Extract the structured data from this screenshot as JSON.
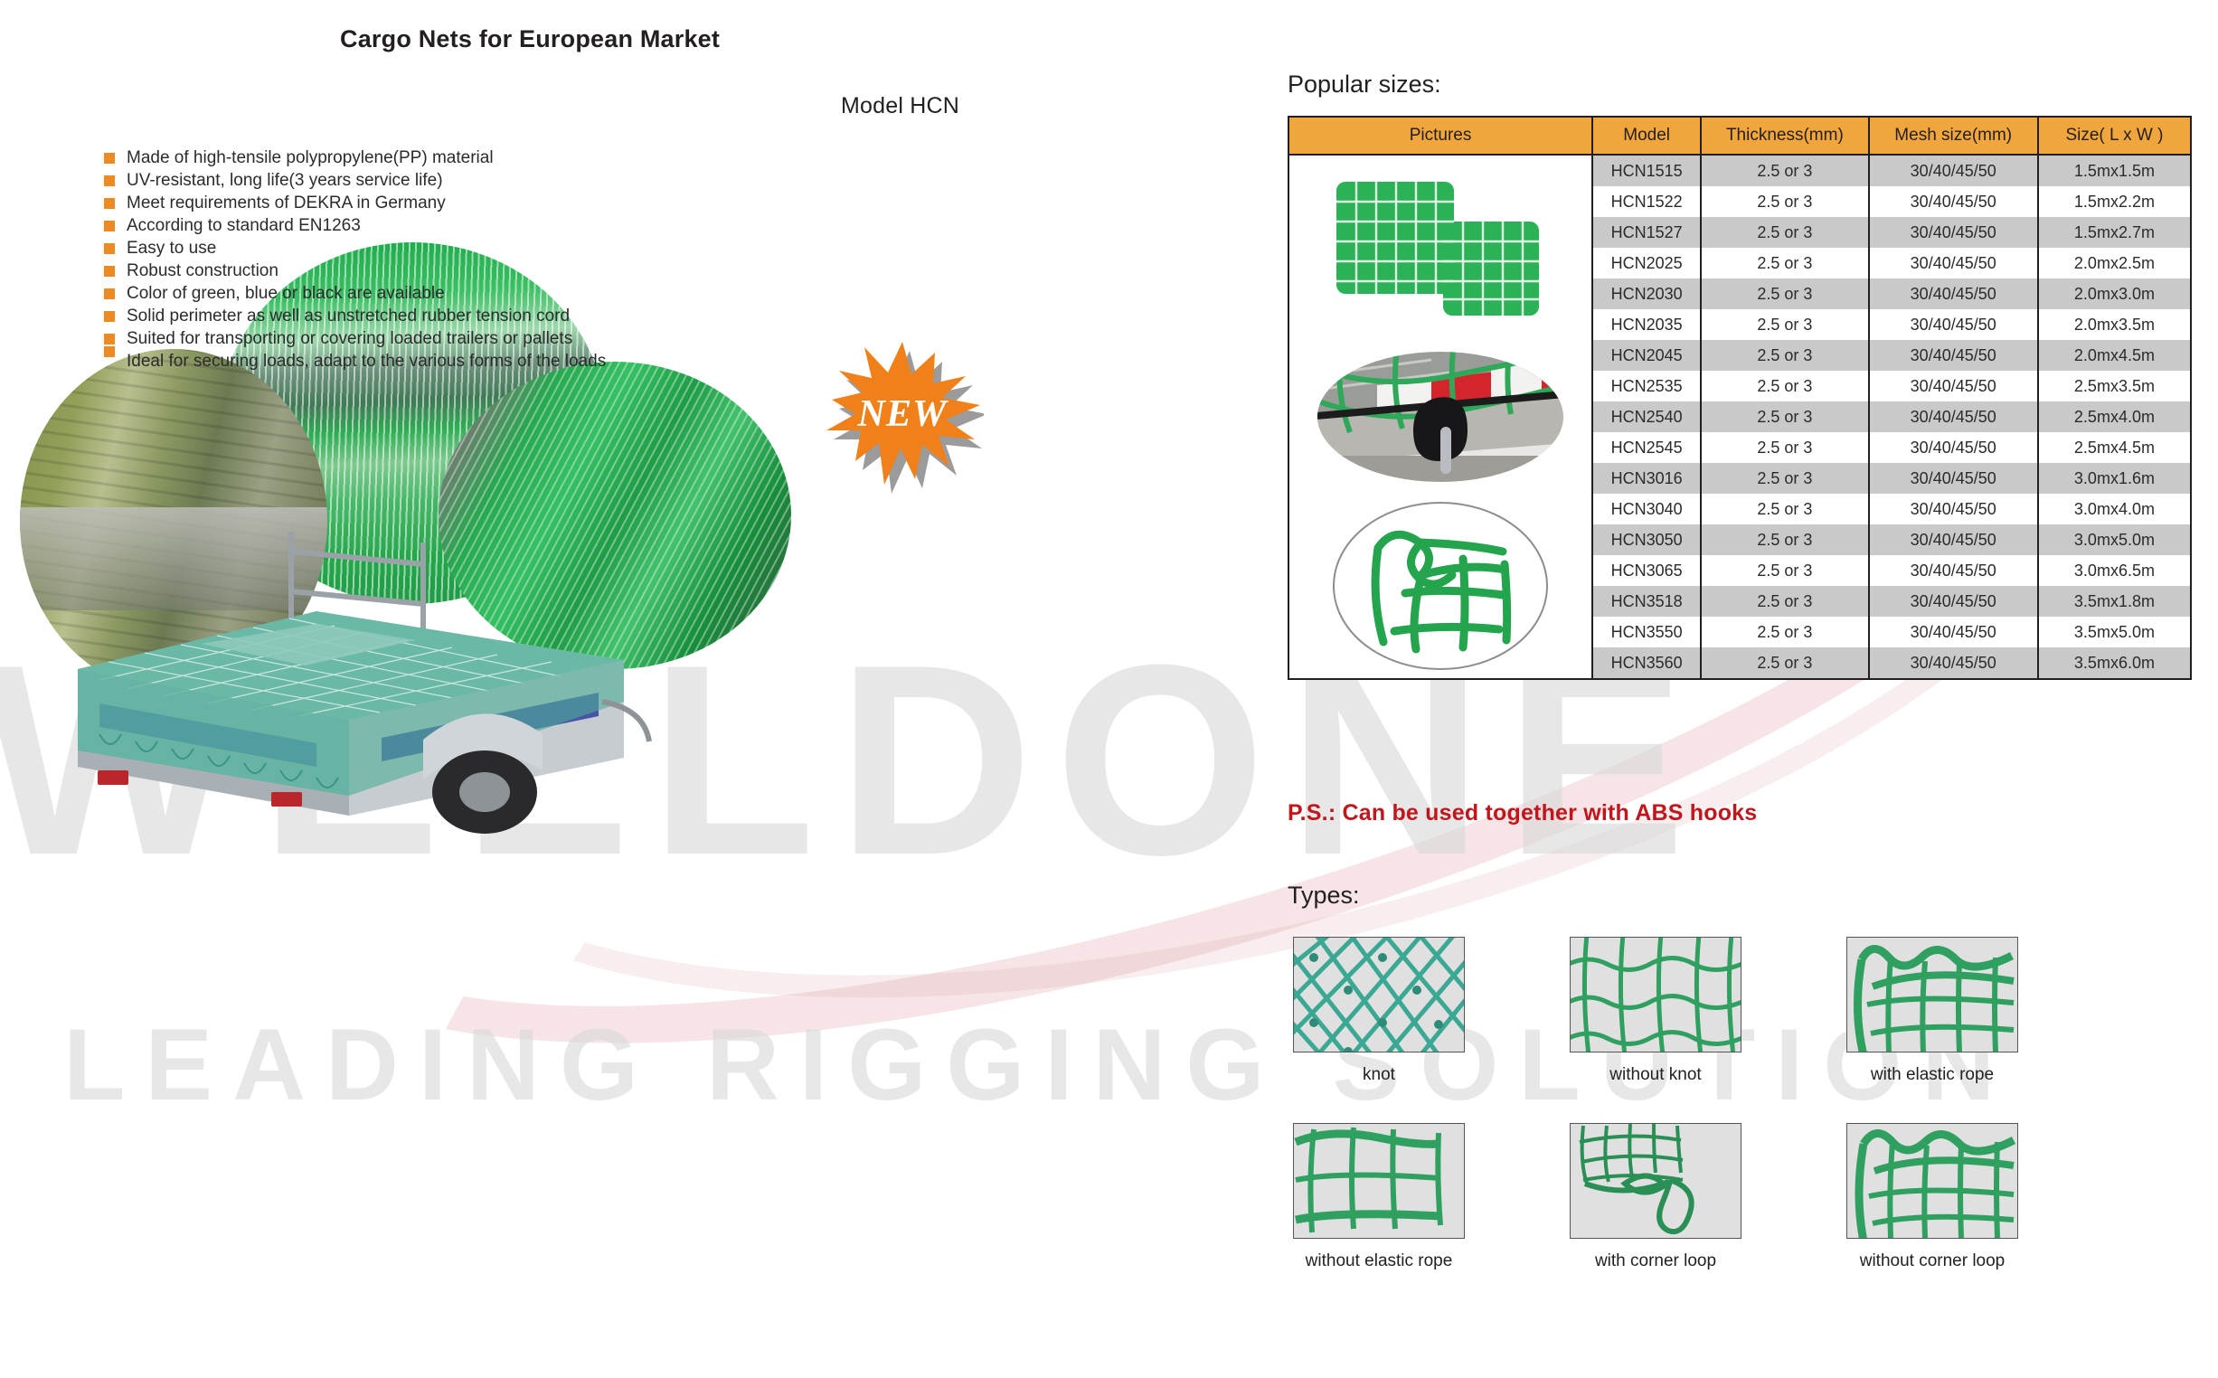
{
  "document": {
    "title": "Cargo Nets for European Market",
    "subtitle": "Model HCN",
    "badge": "NEW"
  },
  "watermark": {
    "brand": "WELLDONE",
    "tagline": "LEADING RIGGING SOLUTION"
  },
  "features": [
    "Made of high-tensile polypropylene(PP) material",
    "UV-resistant, long life(3 years service life)",
    "Meet requirements of DEKRA in Germany",
    "According to standard EN1263",
    "Easy to use",
    "Robust construction",
    "Color of green, blue or black are available",
    "Solid perimeter as well as unstretched rubber tension cord",
    "Suited for transporting or covering loaded trailers or pallets",
    "Ideal for securing loads, adapt to the various forms of the loads"
  ],
  "popular_sizes": {
    "heading": "Popular sizes:",
    "columns": [
      "Pictures",
      "Model",
      "Thickness(mm)",
      "Mesh size(mm)",
      "Size( L x W )"
    ],
    "rows": [
      {
        "model": "HCN1515",
        "thickness": "2.5 or 3",
        "mesh": "30/40/45/50",
        "size": "1.5mx1.5m"
      },
      {
        "model": "HCN1522",
        "thickness": "2.5 or 3",
        "mesh": "30/40/45/50",
        "size": "1.5mx2.2m"
      },
      {
        "model": "HCN1527",
        "thickness": "2.5 or 3",
        "mesh": "30/40/45/50",
        "size": "1.5mx2.7m"
      },
      {
        "model": "HCN2025",
        "thickness": "2.5 or 3",
        "mesh": "30/40/45/50",
        "size": "2.0mx2.5m"
      },
      {
        "model": "HCN2030",
        "thickness": "2.5 or 3",
        "mesh": "30/40/45/50",
        "size": "2.0mx3.0m"
      },
      {
        "model": "HCN2035",
        "thickness": "2.5 or 3",
        "mesh": "30/40/45/50",
        "size": "2.0mx3.5m"
      },
      {
        "model": "HCN2045",
        "thickness": "2.5 or 3",
        "mesh": "30/40/45/50",
        "size": "2.0mx4.5m"
      },
      {
        "model": "HCN2535",
        "thickness": "2.5 or 3",
        "mesh": "30/40/45/50",
        "size": "2.5mx3.5m"
      },
      {
        "model": "HCN2540",
        "thickness": "2.5 or 3",
        "mesh": "30/40/45/50",
        "size": "2.5mx4.0m"
      },
      {
        "model": "HCN2545",
        "thickness": "2.5 or 3",
        "mesh": "30/40/45/50",
        "size": "2.5mx4.5m"
      },
      {
        "model": "HCN3016",
        "thickness": "2.5 or 3",
        "mesh": "30/40/45/50",
        "size": "3.0mx1.6m"
      },
      {
        "model": "HCN3040",
        "thickness": "2.5 or 3",
        "mesh": "30/40/45/50",
        "size": "3.0mx4.0m"
      },
      {
        "model": "HCN3050",
        "thickness": "2.5 or 3",
        "mesh": "30/40/45/50",
        "size": "3.0mx5.0m"
      },
      {
        "model": "HCN3065",
        "thickness": "2.5 or 3",
        "mesh": "30/40/45/50",
        "size": "3.0mx6.5m"
      },
      {
        "model": "HCN3518",
        "thickness": "2.5 or 3",
        "mesh": "30/40/45/50",
        "size": "3.5mx1.8m"
      },
      {
        "model": "HCN3550",
        "thickness": "2.5 or 3",
        "mesh": "30/40/45/50",
        "size": "3.5mx5.0m"
      },
      {
        "model": "HCN3560",
        "thickness": "2.5 or 3",
        "mesh": "30/40/45/50",
        "size": "3.5mx6.0m"
      }
    ]
  },
  "ps_note": "P.S.: Can be used together with ABS hooks",
  "types": {
    "heading": "Types:",
    "items": [
      {
        "label": "knot"
      },
      {
        "label": "without knot"
      },
      {
        "label": "with elastic rope"
      },
      {
        "label": "without elastic rope"
      },
      {
        "label": "with corner loop"
      },
      {
        "label": "without corner loop"
      }
    ]
  },
  "colors": {
    "accent_orange": "#ed8b22",
    "header_orange": "#f0a63c",
    "note_red": "#c1161c",
    "row_alt_gray": "#c9c9c9",
    "net_green": "#22a74d",
    "watermark_gray": "#d9d9d9"
  }
}
